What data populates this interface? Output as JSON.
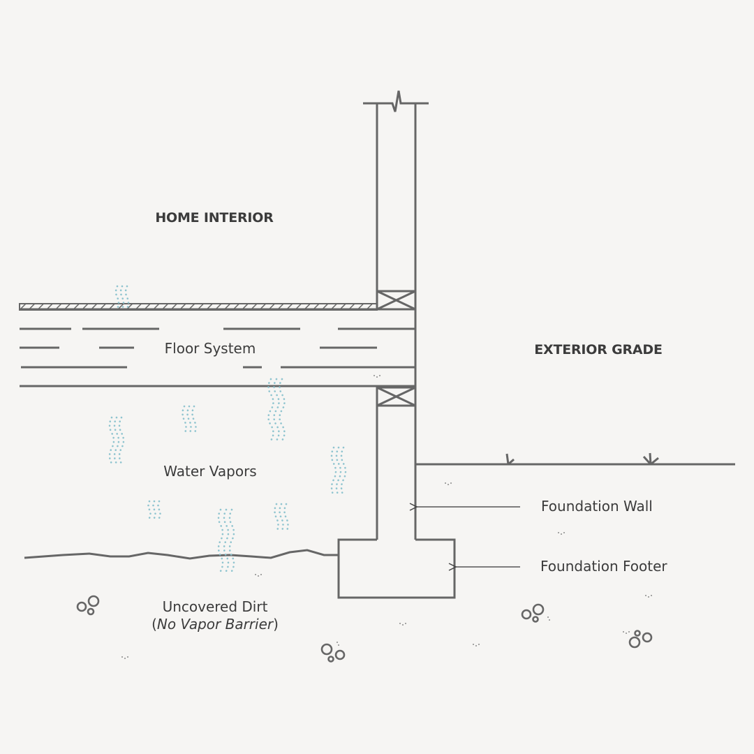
{
  "labels": {
    "home_interior": "HOME INTERIOR",
    "exterior_grade": "EXTERIOR GRADE",
    "floor_system": "Floor System",
    "water_vapors": "Water Vapors",
    "foundation_wall": "Foundation Wall",
    "foundation_footer": "Foundation Footer",
    "uncovered_dirt": "Uncovered Dirt",
    "no_vapor_barrier": "No Vapor Barrier",
    "paren_open": "(",
    "paren_close": ")"
  },
  "colors": {
    "background": "#f6f5f3",
    "line": "#666666",
    "text": "#3b3b3b",
    "vapor": "#8fc4cf"
  }
}
